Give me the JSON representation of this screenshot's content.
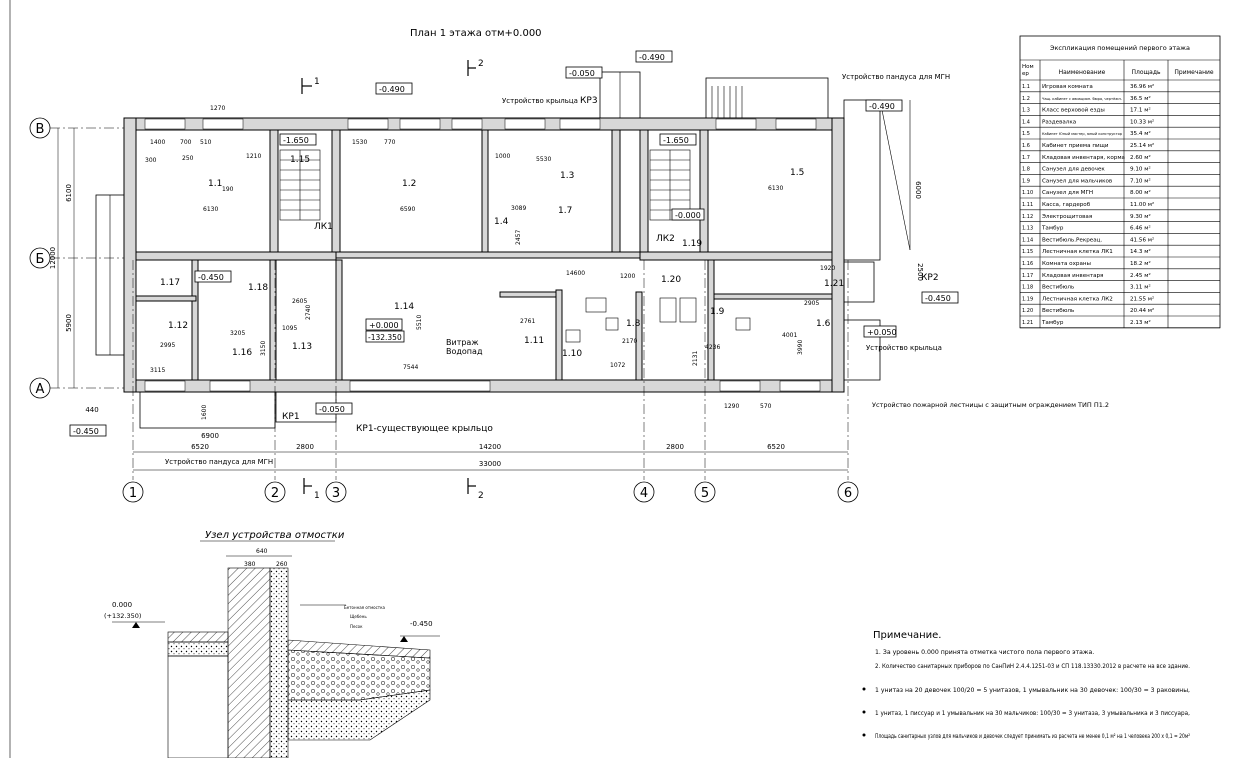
{
  "plan_title": "План 1 этажа отм+0.000",
  "axes": {
    "columns": [
      "1",
      "2",
      "3",
      "4",
      "5",
      "6"
    ],
    "rows": [
      "В",
      "Б",
      "А"
    ]
  },
  "section_marks": [
    "1",
    "2",
    "1",
    "2"
  ],
  "overall_dims": {
    "total": "33000",
    "spans": [
      "6520",
      "2800",
      "14200",
      "2800",
      "6520"
    ],
    "left_total": "12000",
    "left_upper": "6100",
    "left_lower": "5900",
    "right_lower": "6000",
    "small_6900": "6900",
    "corner_440": "440",
    "d_2500": "2500"
  },
  "levels": {
    "l1": "-0.490",
    "l2": "-0.050",
    "l3": "-0.490",
    "l4": "-0.490",
    "l5": "-1.650",
    "l6": "-1.650",
    "l7": "-0.000",
    "l8": "-0.450",
    "l9": "-0.450",
    "l10": "-0.050",
    "l11": "-0.450",
    "l12": "+0.000",
    "l13": "-132.350",
    "l14": "+0.050"
  },
  "rooms": [
    "1.1",
    "1.2",
    "1.3",
    "1.4",
    "1.5",
    "1.6",
    "1.7",
    "1.8",
    "1.9",
    "1.10",
    "1.11",
    "1.12",
    "1.13",
    "1.14",
    "1.15",
    "1.16",
    "1.17",
    "1.18",
    "1.19",
    "1.20",
    "1.21"
  ],
  "stairs": {
    "lk1": "ЛК1",
    "lk2": "ЛК2"
  },
  "porches": {
    "kr1": "КР1",
    "kr2": "КР2",
    "kr3": "КР3",
    "kr1_note": "КР1-существующее крыльцо"
  },
  "annotations": {
    "ramp_top": "Устройство пандуса для МГН",
    "ramp_bottom": "Устройство пандуса для МГН",
    "porch_top": "Устройство крыльца",
    "porch_right": "Устройство крыльца",
    "fire_stair": "Устройство пожарной лестницы с защитным ограждением ТИП П1.2",
    "vitrazh": "Витраж",
    "vodopad": "Водопад"
  },
  "room_dims": [
    "6130",
    "6590",
    "5530",
    "6130",
    "14600",
    "7544",
    "3205",
    "2995",
    "4001",
    "3990",
    "2761",
    "3089",
    "1400",
    "1270",
    "1530",
    "770",
    "700",
    "510",
    "1210",
    "300",
    "250",
    "190",
    "1200",
    "1000",
    "2605",
    "1095",
    "3150",
    "2740",
    "5510",
    "2457",
    "1072",
    "2170",
    "3115",
    "1600",
    "1290",
    "570",
    "1920",
    "2905",
    "4236",
    "2131"
  ],
  "explication": {
    "title": "Экспликация помещений первого этажа",
    "headers": [
      "Ном ер",
      "Наименование",
      "Площадь",
      "Примечание"
    ],
    "rows": [
      [
        "1.1",
        "Игровая комната",
        "36.96 м²",
        ""
      ],
      [
        "1.2",
        "Чащ. кабинет с авиацион. бюро, чертёжн.",
        "36.5 м²",
        ""
      ],
      [
        "1.3",
        "Класс верховой езды",
        "17.1 м²",
        ""
      ],
      [
        "1.4",
        "Раздевалка",
        "10.33 м²",
        ""
      ],
      [
        "1.5",
        "Кабинет Юный мастер, юный конструктор",
        "35.4 м²",
        ""
      ],
      [
        "1.6",
        "Кабинет приема пищи",
        "25.14 м²",
        ""
      ],
      [
        "1.7",
        "Кладовая инвентаря, корма",
        "2.60 м²",
        ""
      ],
      [
        "1.8",
        "Санузел для девочек",
        "9.10 м²",
        ""
      ],
      [
        "1.9",
        "Санузел для мальчиков",
        "7.10 м²",
        ""
      ],
      [
        "1.10",
        "Санузел для МГН",
        "8.00 м²",
        ""
      ],
      [
        "1.11",
        "Касса, гардероб",
        "11.00 м²",
        ""
      ],
      [
        "1.12",
        "Электрощитовая",
        "9.30 м²",
        ""
      ],
      [
        "1.13",
        "Тамбур",
        "6.46 м²",
        ""
      ],
      [
        "1.14",
        "Вестибюль.Рекреац.",
        "41.56 м²",
        ""
      ],
      [
        "1.15",
        "Лестничная клетка ЛК1",
        "14.3 м²",
        ""
      ],
      [
        "1.16",
        "Комната охраны",
        "18.2 м²",
        ""
      ],
      [
        "1.17",
        "Кладовая инвентаря",
        "2.45 м²",
        ""
      ],
      [
        "1.18",
        "Вестибюль",
        "3.11 м²",
        ""
      ],
      [
        "1.19",
        "Лестничная клетка ЛК2",
        "21.55 м²",
        ""
      ],
      [
        "1.20",
        "Вестибюль",
        "20.44 м²",
        ""
      ],
      [
        "1.21",
        "Тамбур",
        "2.13 м²",
        ""
      ]
    ]
  },
  "detail": {
    "title": "Узел устройства отмостки",
    "level_a": "0.000",
    "level_a2": "(+132.350)",
    "level_b": "-0.450",
    "dims": [
      "640",
      "380",
      "260"
    ],
    "layer_notes": [
      "Бетонная отмостка",
      "Щебень",
      "Песок"
    ]
  },
  "notes": {
    "heading": "Примечание.",
    "items": [
      "1. За уровень 0.000 принята отметка чистого пола первого этажа.",
      "2. Количество санитарных приборов по СанПиН 2.4.4.1251-03 и СП 118.13330.2012 в расчете на все здание.",
      "1 унитаз на 20 девочек 100/20 = 5 унитазов, 1 умывальник на 30 девочек: 100/30 = 3 раковины,",
      "1 унитаз, 1 писсуар и 1 умывальник на 30 мальчиков: 100/30 = 3 унитаза, 3 умывальника и 3 писсуара,",
      "Площадь санитарных узлов для мальчиков и девочек следует принимать из расчета не менее 0,1 м² на 1 человека 200 х 0,1 = 20м²"
    ]
  }
}
